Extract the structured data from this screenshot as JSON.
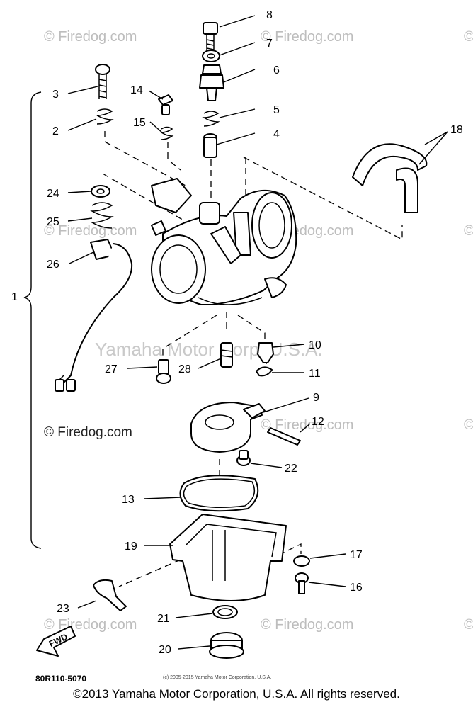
{
  "watermarks": {
    "firedog": "© Firedog.com",
    "center": "Yamaha Motor Corp, U.S.A.",
    "left_dark": "© Firedog.com"
  },
  "diagram": {
    "part_code": "80R110-5070",
    "small_copyright": "(c) 2005-2015 Yamaha Motor Corporation, U.S.A.",
    "fwd_label": "FWD",
    "callouts": [
      {
        "id": "callout-1",
        "label": "1"
      },
      {
        "id": "callout-2",
        "label": "2"
      },
      {
        "id": "callout-3",
        "label": "3"
      },
      {
        "id": "callout-4",
        "label": "4"
      },
      {
        "id": "callout-5",
        "label": "5"
      },
      {
        "id": "callout-6",
        "label": "6"
      },
      {
        "id": "callout-7",
        "label": "7"
      },
      {
        "id": "callout-8",
        "label": "8"
      },
      {
        "id": "callout-9",
        "label": "9"
      },
      {
        "id": "callout-10",
        "label": "10"
      },
      {
        "id": "callout-11",
        "label": "11"
      },
      {
        "id": "callout-12",
        "label": "12"
      },
      {
        "id": "callout-13",
        "label": "13"
      },
      {
        "id": "callout-14",
        "label": "14"
      },
      {
        "id": "callout-15",
        "label": "15"
      },
      {
        "id": "callout-16",
        "label": "16"
      },
      {
        "id": "callout-17",
        "label": "17"
      },
      {
        "id": "callout-18",
        "label": "18"
      },
      {
        "id": "callout-19",
        "label": "19"
      },
      {
        "id": "callout-20",
        "label": "20"
      },
      {
        "id": "callout-21",
        "label": "21"
      },
      {
        "id": "callout-22",
        "label": "22"
      },
      {
        "id": "callout-23",
        "label": "23"
      },
      {
        "id": "callout-24",
        "label": "24"
      },
      {
        "id": "callout-25",
        "label": "25"
      },
      {
        "id": "callout-26",
        "label": "26"
      },
      {
        "id": "callout-27",
        "label": "27"
      },
      {
        "id": "callout-28",
        "label": "28"
      }
    ]
  },
  "footer": {
    "copyright": "©2013 Yamaha Motor Corporation, U.S.A. All rights reserved."
  }
}
